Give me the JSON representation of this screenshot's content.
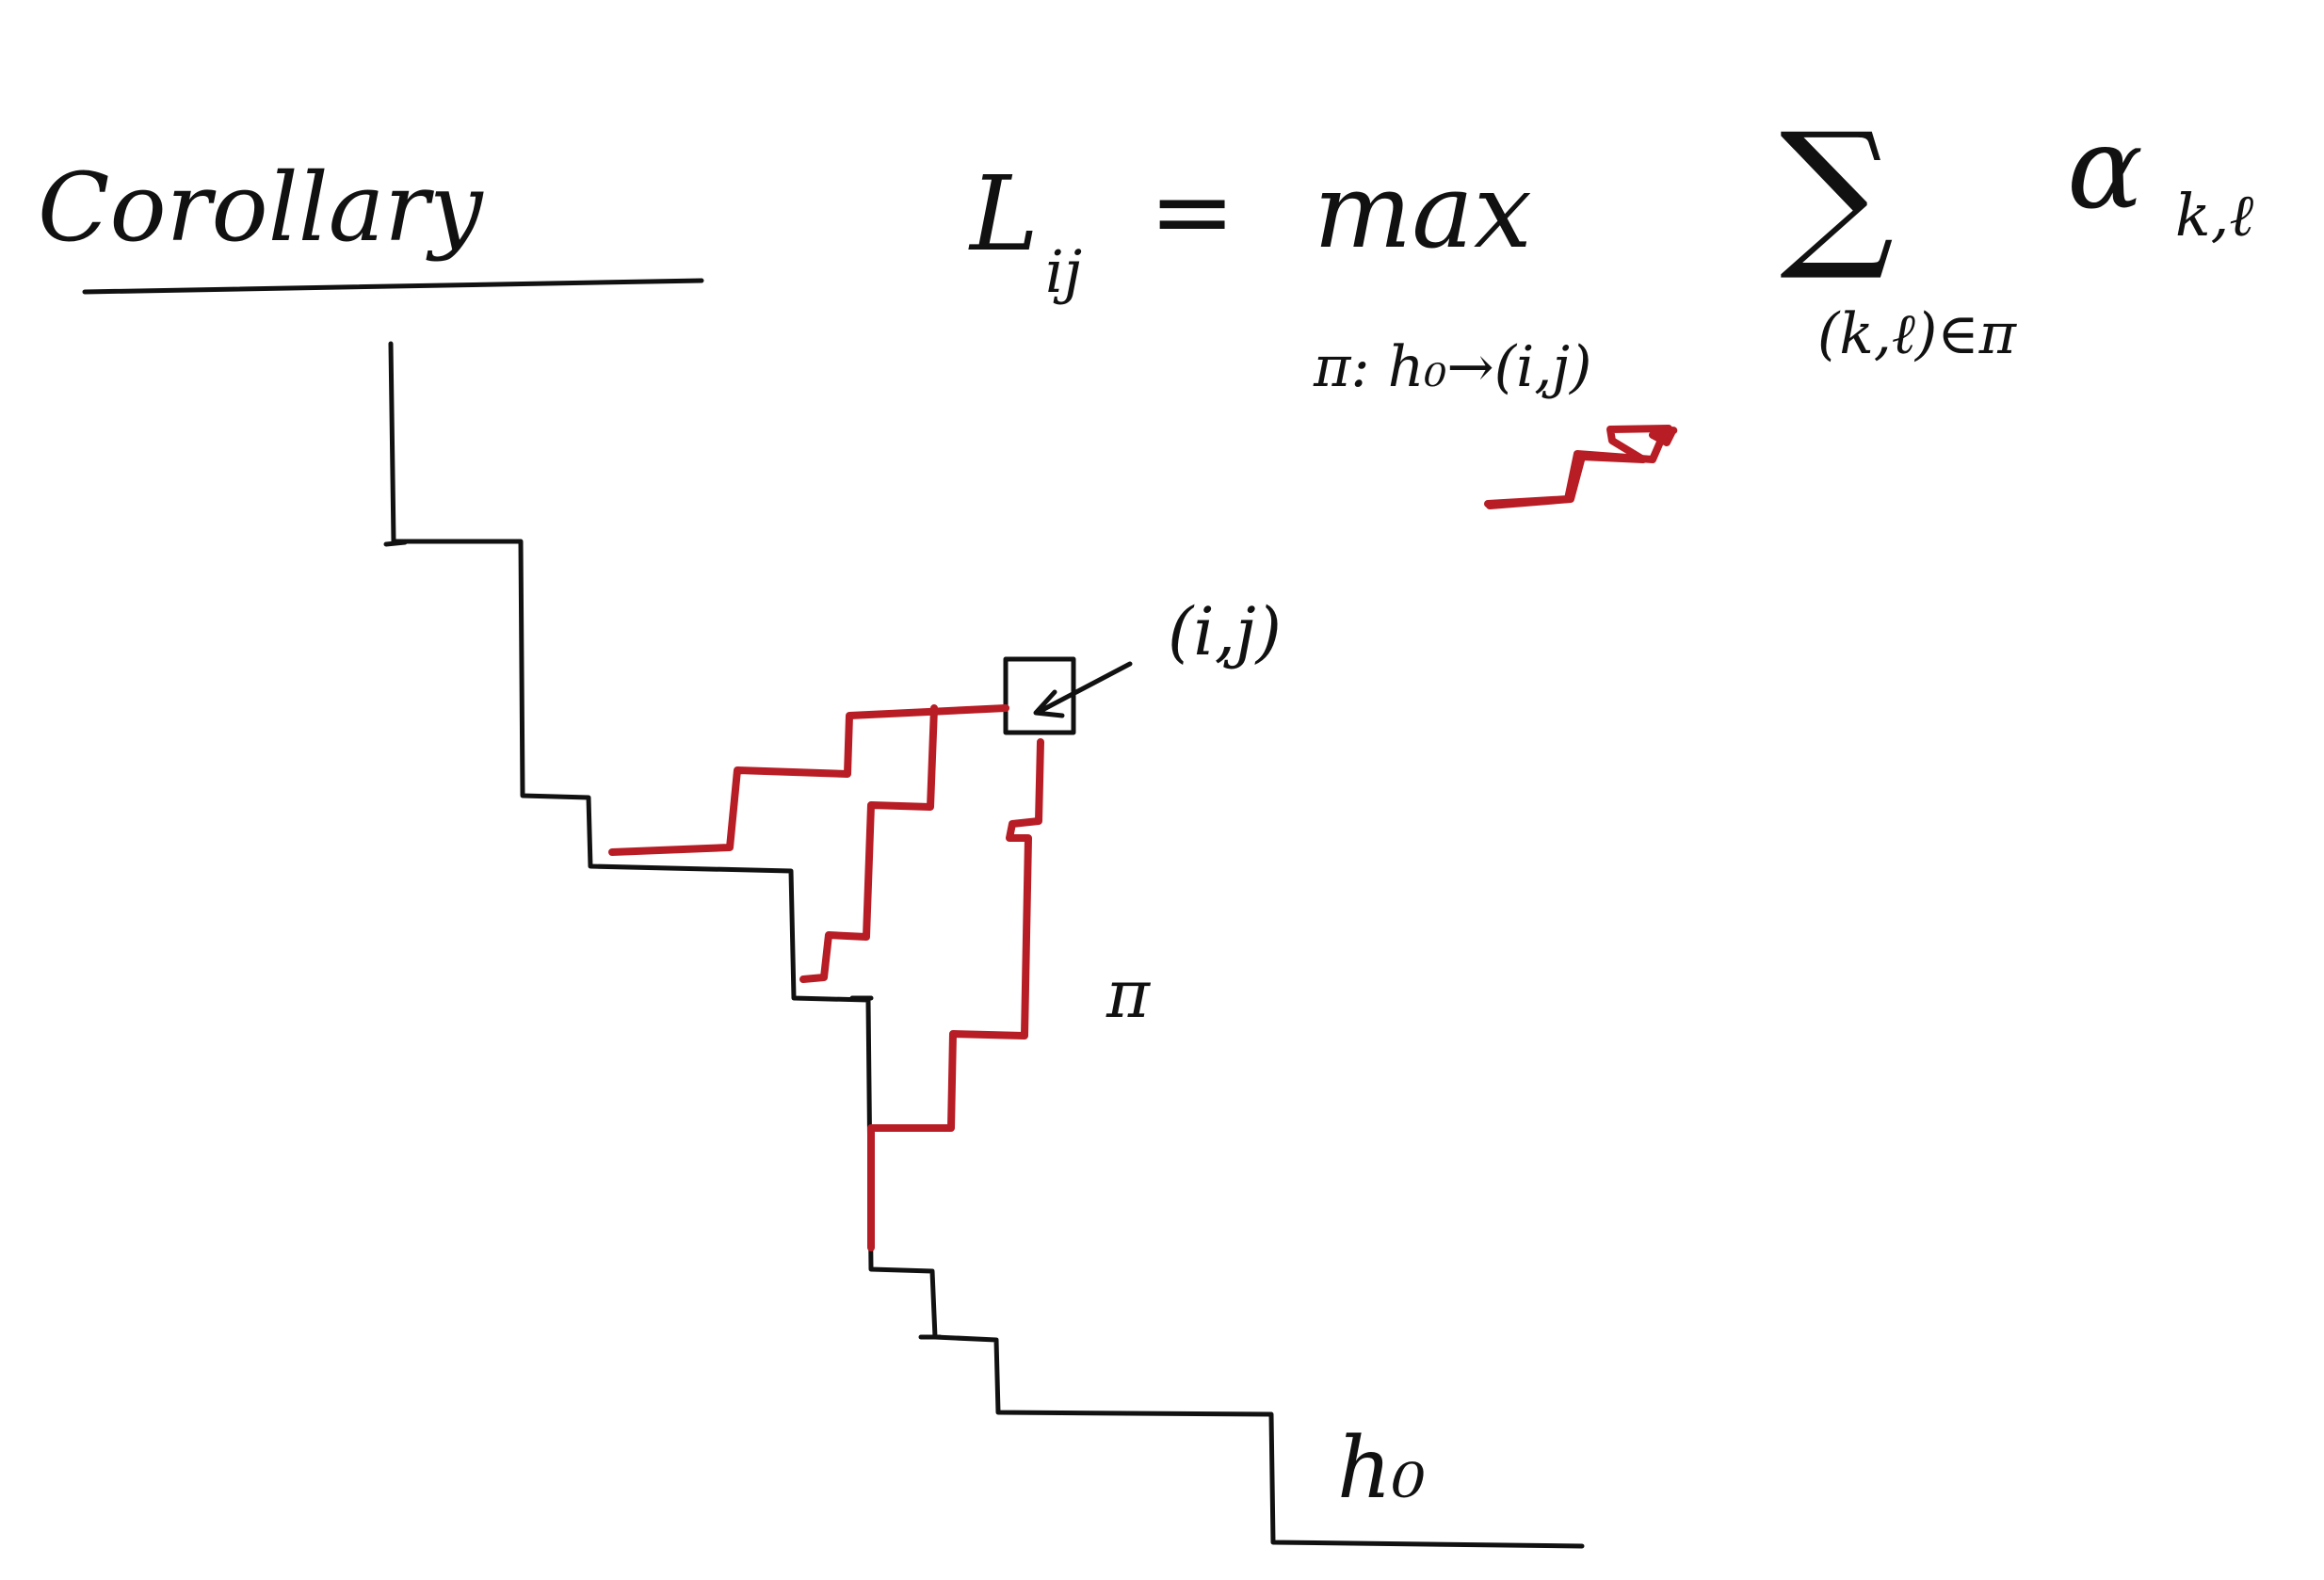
{
  "title": "Corollary",
  "formula": {
    "lhs": "L",
    "lhs_subscript": "ij",
    "equals": "=",
    "operator": "max",
    "max_under": "π: h₀→(i,j)",
    "sum_symbol": "∑",
    "sum_under": "(k,ℓ)∈π",
    "summand": "α",
    "summand_subscript": "k,ℓ"
  },
  "labels": {
    "cell": "(i,j)",
    "path": "π",
    "boundary": "h₀"
  },
  "colors": {
    "ink": "#111111",
    "path": "#b81c24",
    "background": "#ffffff"
  }
}
